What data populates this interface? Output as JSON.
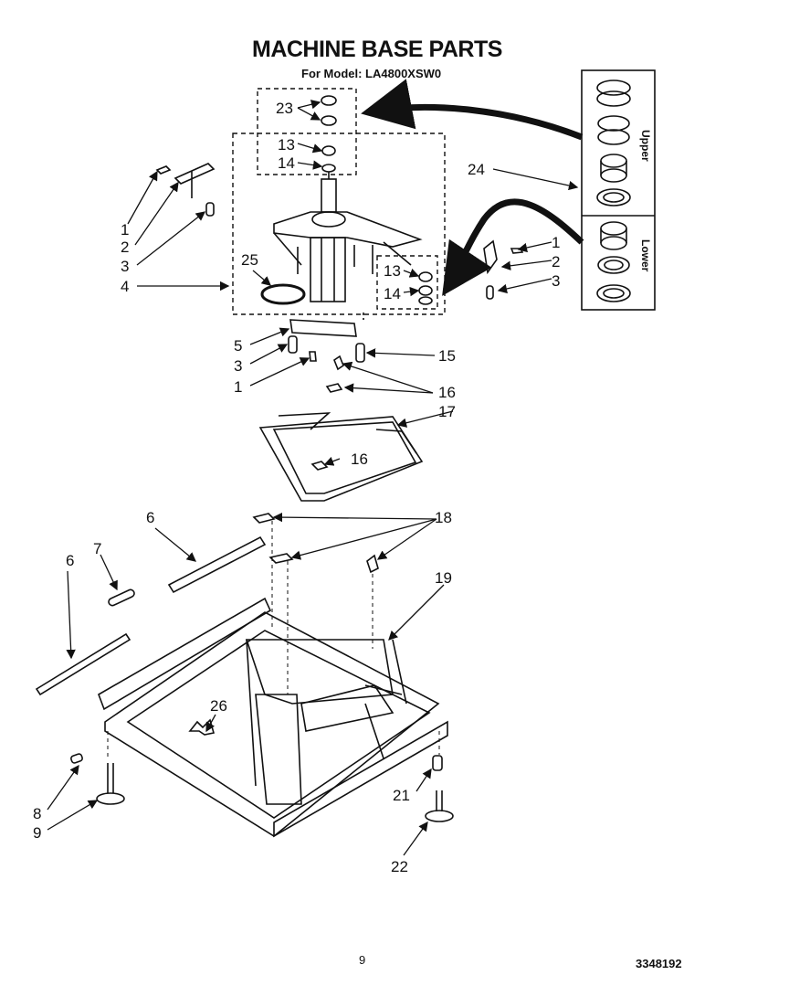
{
  "title": "MACHINE BASE PARTS",
  "subtitle": "For Model: LA4800XSW0",
  "footer": {
    "page_number": "9",
    "doc_number": "3348192"
  },
  "bearing_box": {
    "upper_label": "Upper",
    "lower_label": "Lower"
  },
  "labels": {
    "l1a": "1",
    "l2a": "2",
    "l3a": "3",
    "l4": "4",
    "l1b": "1",
    "l2b": "2",
    "l3b": "3",
    "l5": "5",
    "l3c": "3",
    "l1c": "1",
    "l6a": "6",
    "l6b": "6",
    "l7": "7",
    "l8": "8",
    "l9": "9",
    "l13a": "13",
    "l14a": "14",
    "l13b": "13",
    "l14b": "14",
    "l15": "15",
    "l16a": "16",
    "l16b": "16",
    "l17": "17",
    "l18": "18",
    "l19": "19",
    "l21": "21",
    "l22": "22",
    "l23": "23",
    "l24": "24",
    "l25": "25",
    "l26": "26"
  }
}
